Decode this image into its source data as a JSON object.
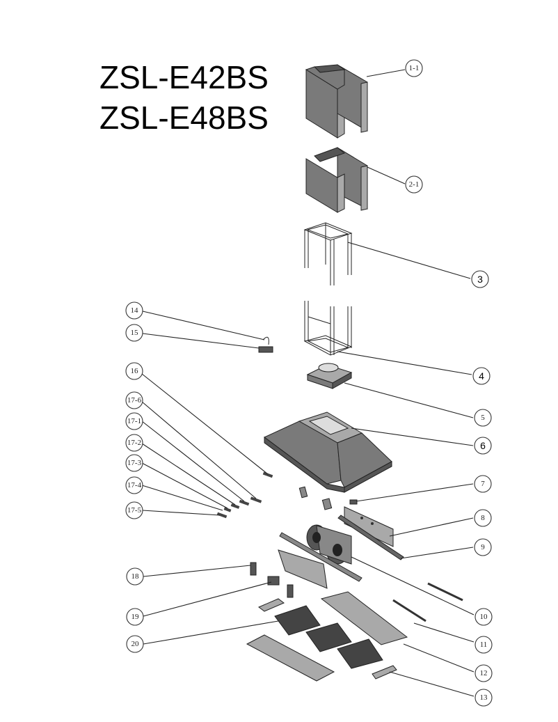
{
  "titles": {
    "model_1": "ZSL-E42BS",
    "model_2": "ZSL-E48BS"
  },
  "callouts": [
    {
      "id": "1-1",
      "label": "1-1"
    },
    {
      "id": "2-1",
      "label": "2-1"
    },
    {
      "id": "3",
      "label": "3"
    },
    {
      "id": "4",
      "label": "4"
    },
    {
      "id": "5",
      "label": "5"
    },
    {
      "id": "6",
      "label": "6"
    },
    {
      "id": "7",
      "label": "7"
    },
    {
      "id": "8",
      "label": "8"
    },
    {
      "id": "9",
      "label": "9"
    },
    {
      "id": "10",
      "label": "10"
    },
    {
      "id": "11",
      "label": "11"
    },
    {
      "id": "12",
      "label": "12"
    },
    {
      "id": "13",
      "label": "13"
    },
    {
      "id": "14",
      "label": "14"
    },
    {
      "id": "15",
      "label": "15"
    },
    {
      "id": "16",
      "label": "16"
    },
    {
      "id": "17-6",
      "label": "17-6"
    },
    {
      "id": "17-1",
      "label": "17-1"
    },
    {
      "id": "17-2",
      "label": "17-2"
    },
    {
      "id": "17-3",
      "label": "17-3"
    },
    {
      "id": "17-4",
      "label": "17-4"
    },
    {
      "id": "17-5",
      "label": "17-5"
    },
    {
      "id": "18",
      "label": "18"
    },
    {
      "id": "19",
      "label": "19"
    },
    {
      "id": "20",
      "label": "20"
    }
  ]
}
